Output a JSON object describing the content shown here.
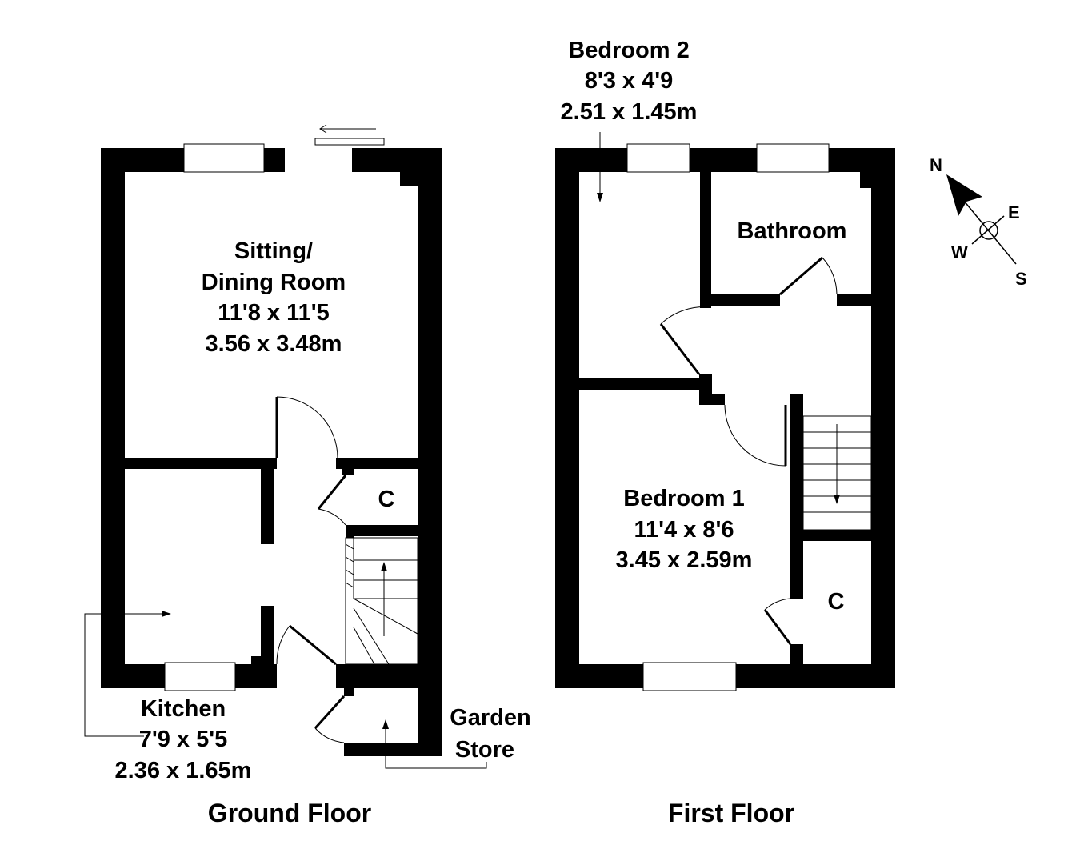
{
  "ground_floor": {
    "title": "Ground Floor",
    "sitting_room": {
      "name_line1": "Sitting/",
      "name_line2": "Dining Room",
      "imperial": "11'8 x 11'5",
      "metric": "3.56 x 3.48m"
    },
    "kitchen": {
      "name": "Kitchen",
      "imperial": "7'9 x 5'5",
      "metric": "2.36 x 1.65m"
    },
    "cupboard": "C",
    "garden_store": {
      "line1": "Garden",
      "line2": "Store"
    }
  },
  "first_floor": {
    "title": "First Floor",
    "bedroom2": {
      "name": "Bedroom 2",
      "imperial": "8'3 x 4'9",
      "metric": "2.51 x 1.45m"
    },
    "bathroom": "Bathroom",
    "bedroom1": {
      "name": "Bedroom 1",
      "imperial": "11'4 x 8'6",
      "metric": "3.45 x 2.59m"
    },
    "cupboard": "C"
  },
  "compass": {
    "n": "N",
    "e": "E",
    "s": "S",
    "w": "W"
  }
}
